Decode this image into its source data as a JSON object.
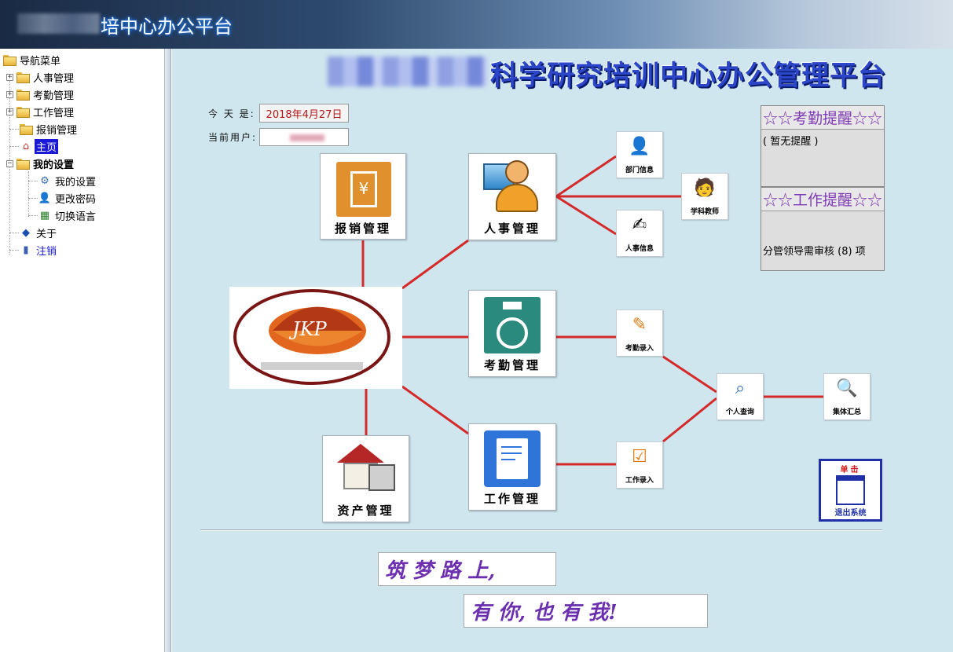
{
  "header": {
    "title": "培中心办公平台"
  },
  "sidebar": {
    "items": [
      {
        "label": "导航菜单"
      },
      {
        "label": "人事管理"
      },
      {
        "label": "考勤管理"
      },
      {
        "label": "工作管理"
      },
      {
        "label": "报销管理"
      },
      {
        "label": "主页"
      },
      {
        "label": "我的设置"
      },
      {
        "label": "我的设置"
      },
      {
        "label": "更改密码"
      },
      {
        "label": "切换语言"
      },
      {
        "label": "关于"
      },
      {
        "label": "注销"
      }
    ]
  },
  "main": {
    "banner_title": "科学研究培训中心办公管理平台",
    "today_label": "今 天 是:",
    "today_value": "2018年4月27日",
    "user_label": "当前用户:",
    "tiles": {
      "reimburse": "报销管理",
      "personnel": "人事管理",
      "attendance": "考勤管理",
      "work": "工作管理",
      "assets": "资产管理"
    },
    "mini": {
      "dept_info": "部门信息",
      "teacher": "学科教师",
      "person_info": "人事信息",
      "attendance_entry": "考勤录入",
      "personal_query": "个人查询",
      "group_summary": "集体汇总",
      "work_entry": "工作录入"
    },
    "logo_text": "JKP",
    "attendance_remind": {
      "title": "☆☆考勤提醒☆☆",
      "body": "( 暂无提醒 )"
    },
    "work_remind": {
      "title": "☆☆工作提醒☆☆",
      "body": "分管领导需审核 (8) 项"
    },
    "logout": {
      "top": "单击",
      "bottom": "退出系统"
    },
    "slogan1": "筑 梦 路 上,",
    "slogan2": "有 你, 也 有 我!"
  }
}
